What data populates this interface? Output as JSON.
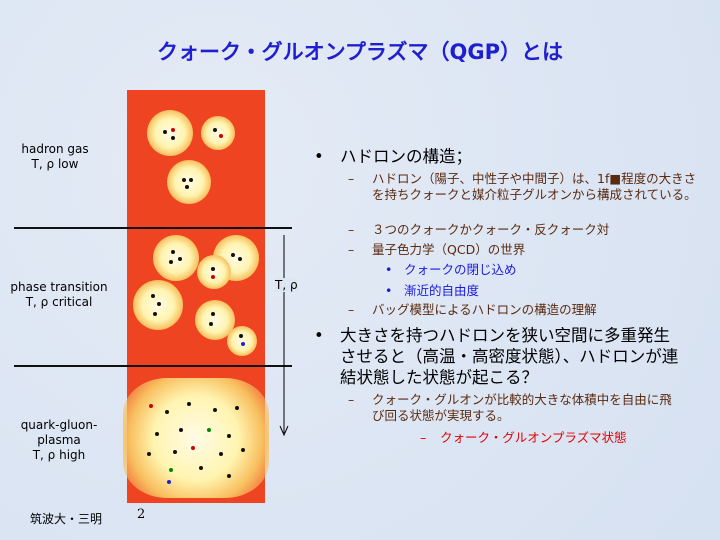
{
  "title": "クォーク・グルオンプラズマ（QGP）とは",
  "left_labels": [
    {
      "name": "hadron gas",
      "cond": "T, ρ low"
    },
    {
      "name": "phase transition",
      "cond": "T, ρ critical"
    },
    {
      "name": "quark-gluon-plasma",
      "cond": "T, ρ high"
    }
  ],
  "arrow_label": "T, ρ",
  "bullets": {
    "b1": "ハドロンの構造；",
    "b1_1": "ハドロン（陽子、中性子や中間子）は、1f■程度の大きさを持ちクォークと媒介粒子グルオンから構成されている。",
    "b1_2": "３つのクォークかクォーク・反クォーク対",
    "b1_3": "量子色力学（QCD）の世界",
    "b1_3_1": "クォークの閉じ込め",
    "b1_3_2": "漸近的自由度",
    "b1_4": "バッグ模型によるハドロンの構造の理解",
    "b2": "大きさを持つハドロンを狭い空間に多重発生させると（高温・高密度状態）、ハドロンが連結状態した状態が起こる？",
    "b2_1": "クォーク・グルオンが比較的大きな体積中を自由に飛び回る状態が実現する。",
    "b2_1_1": "クォーク・グルオンプラズマ状態"
  },
  "footer": {
    "author": "筑波大・三明",
    "page": "2"
  }
}
